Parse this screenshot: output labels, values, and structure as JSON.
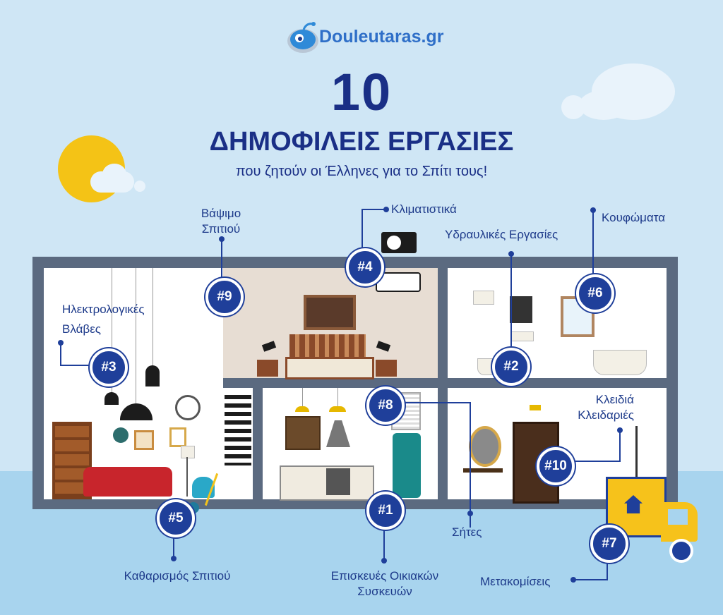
{
  "brand": {
    "name": "Douleutaras.gr"
  },
  "headline": {
    "number": "10",
    "title": "ΔΗΜΟΦΙΛΕΙΣ ΕΡΓΑΣΙΕΣ",
    "subtitle": "που ζητούν οι Έλληνες για το Σπίτι τους!"
  },
  "colors": {
    "background": "#cfe6f5",
    "ground": "#a8d4ee",
    "house_frame": "#5b6a80",
    "accent_blue": "#1f3f9a",
    "sun": "#f4c316",
    "truck": "#f6c21b"
  },
  "services": [
    {
      "badge": "#1",
      "label_lines": [
        "Επισκευές Οικιακών",
        "Συσκευών"
      ]
    },
    {
      "badge": "#2",
      "label_lines": [
        "Υδραυλικές Εργασίες"
      ]
    },
    {
      "badge": "#3",
      "label_lines": [
        "Ηλεκτρολογικές",
        "Βλάβες"
      ]
    },
    {
      "badge": "#4",
      "label_lines": [
        "Κλιματιστικά"
      ]
    },
    {
      "badge": "#5",
      "label_lines": [
        "Καθαρισμός Σπιτιού"
      ]
    },
    {
      "badge": "#6",
      "label_lines": [
        "Κουφώματα"
      ]
    },
    {
      "badge": "#7",
      "label_lines": [
        "Μετακομίσεις"
      ]
    },
    {
      "badge": "#8",
      "label_lines": [
        "Σήτες"
      ]
    },
    {
      "badge": "#9",
      "label_lines": [
        "Βάψιμο",
        "Σπιτιού"
      ]
    },
    {
      "badge": "#10",
      "label_lines": [
        "Κλειδιά",
        "Κλειδαριές"
      ]
    }
  ]
}
